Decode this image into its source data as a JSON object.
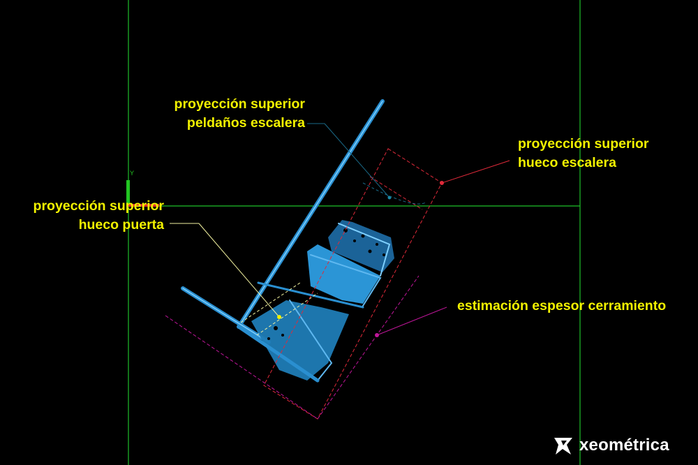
{
  "annotations": {
    "peldanos": {
      "line1": "proyección superior",
      "line2": "peldaños escalera"
    },
    "hueco_escalera": {
      "line1": "proyección superior",
      "line2": "hueco escalera"
    },
    "hueco_puerta": {
      "line1": "proyección superior",
      "line2": "hueco puerta"
    },
    "espesor": {
      "text": "estimación espesor cerramiento"
    }
  },
  "axis": {
    "y_label": "Y"
  },
  "brand": {
    "name": "xeométrica",
    "logo_icon": "xeometrica-logo-icon"
  },
  "colors": {
    "background": "#000000",
    "label_text": "#f2f200",
    "grid_green": "#1fbf2a",
    "point_cloud": "#2a8fd0",
    "hueco_escalera": "#e02a3a",
    "espesor": "#c0169a",
    "leader_peldanos": "#1a6a88",
    "leader_puerta": "#f2f2a0"
  }
}
